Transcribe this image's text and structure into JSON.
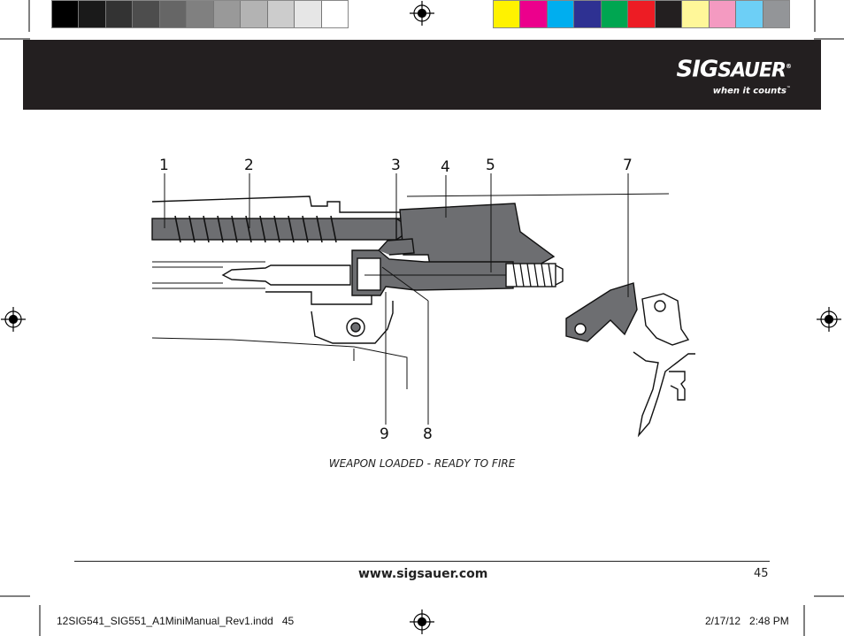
{
  "colors": {
    "header_bg": "#231f20",
    "grayscale_swatches": [
      "#000000",
      "#1a1a1a",
      "#333333",
      "#4d4d4d",
      "#666666",
      "#808080",
      "#999999",
      "#b3b3b3",
      "#cccccc",
      "#e6e6e6",
      "#ffffff"
    ],
    "color_swatches": [
      "#fff200",
      "#ec008c",
      "#00aeef",
      "#2e3192",
      "#00a651",
      "#ed1c24",
      "#231f20",
      "#fff799",
      "#f49ac1",
      "#6dcff6",
      "#939598"
    ],
    "part_fill": "#6d6e71"
  },
  "header": {
    "logo_brand_left": "SIG",
    "logo_brand_right": "SAUER",
    "logo_tagline": "when it counts"
  },
  "diagram": {
    "part_numbers": [
      "1",
      "2",
      "3",
      "4",
      "5",
      "7",
      "9",
      "8"
    ],
    "caption": "WEAPON LOADED - READY TO FIRE"
  },
  "footer": {
    "url": "www.sigsauer.com",
    "page_number": "45"
  },
  "slug": {
    "file": "12SIG541_SIG551_A1MiniManual_Rev1.indd   45",
    "date": "2/17/12   2:48 PM"
  },
  "icons": [
    "registration-mark-icon"
  ]
}
